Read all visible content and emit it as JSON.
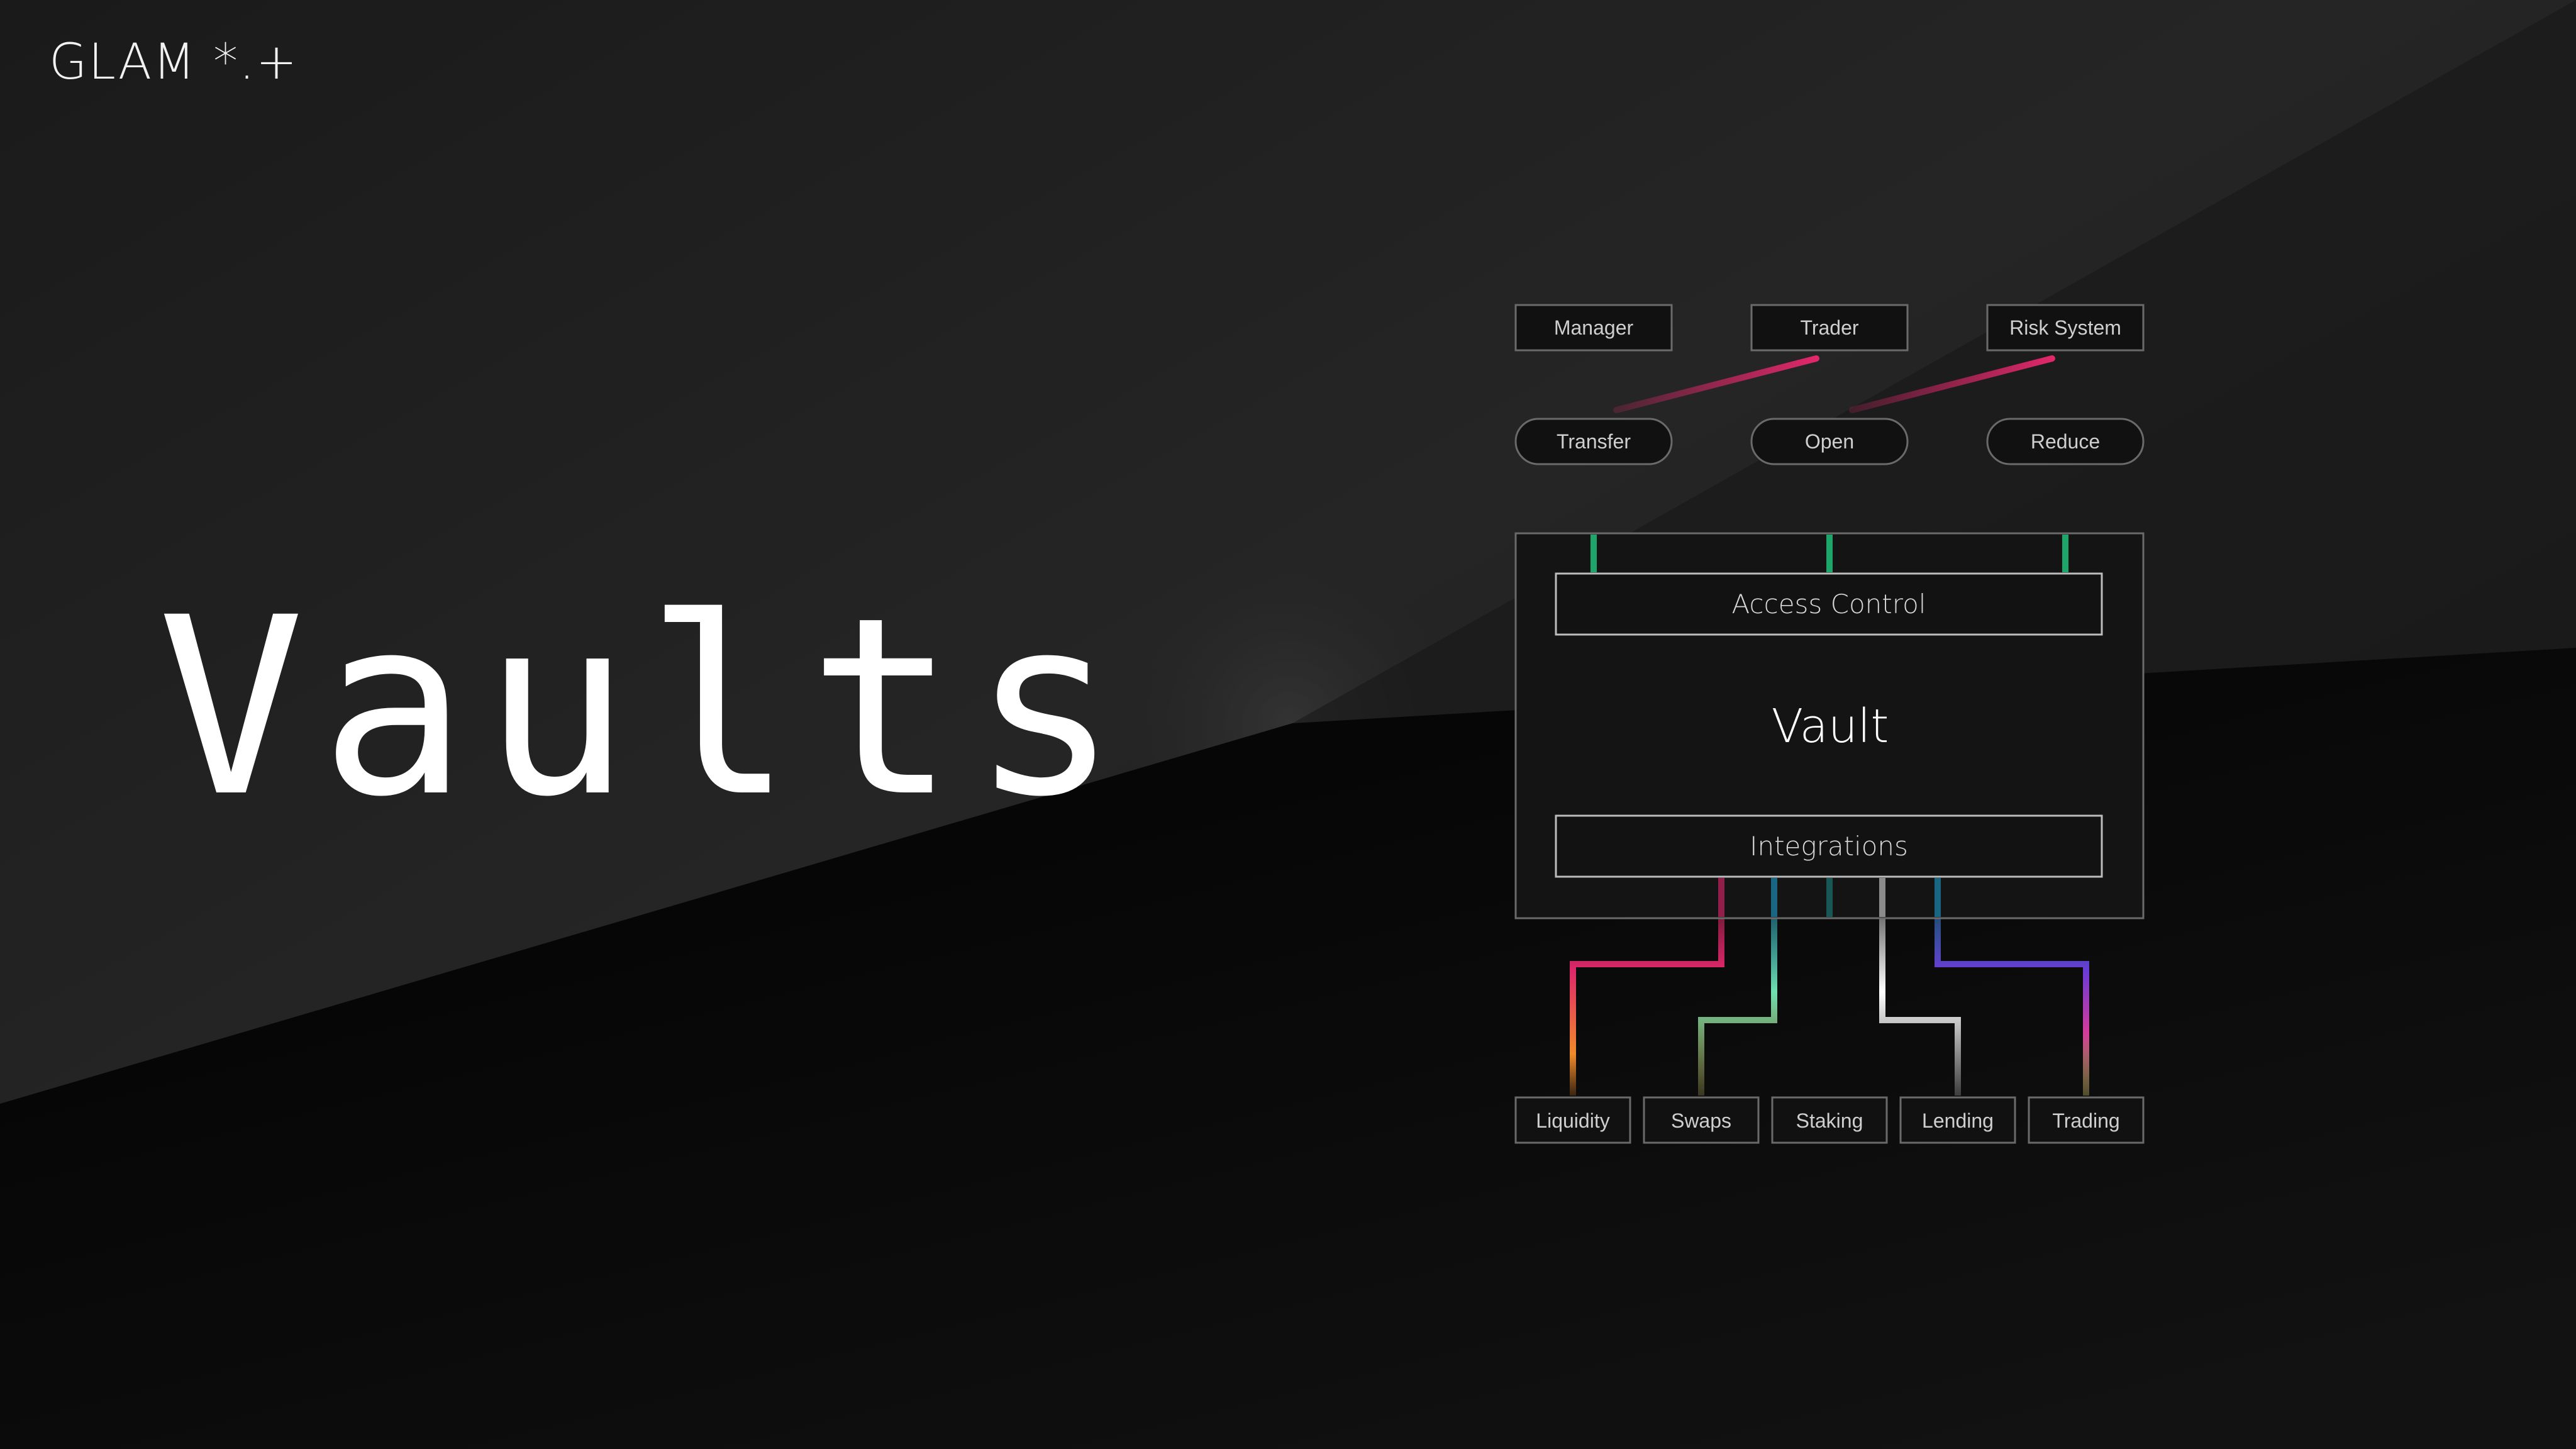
{
  "brand": {
    "logo": "GLAM *.+"
  },
  "hero": {
    "title": "Vaults"
  },
  "diagram": {
    "roles": [
      "Manager",
      "Trader",
      "Risk System"
    ],
    "actions": [
      "Transfer",
      "Open",
      "Reduce"
    ],
    "vault": {
      "access_control": "Access Control",
      "title": "Vault",
      "integrations": "Integrations"
    },
    "integrations": [
      "Liquidity",
      "Swaps",
      "Staking",
      "Lending",
      "Trading"
    ]
  },
  "colors": {
    "background": "#1c1c1c",
    "shadow": "#000000",
    "green": "#1fbf7a",
    "pink": "#e0286a",
    "cyan": "#1ea7d6",
    "mint": "#6fe0b0",
    "teal": "#1f8a8a",
    "white": "#ffffff",
    "violet": "#6a3bd6",
    "orange": "#f08a2a",
    "yellow": "#e8e070"
  }
}
